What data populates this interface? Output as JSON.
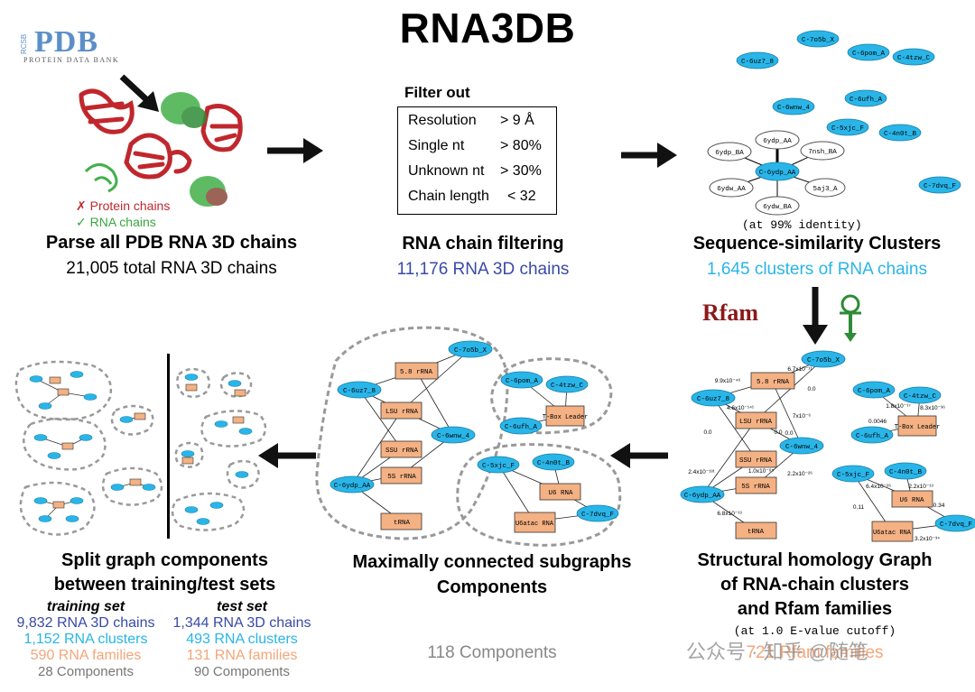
{
  "title": "RNA3DB",
  "pdb_logo": {
    "rcsb": "RCSB",
    "name": "PDB",
    "subtitle": "PROTEIN DATA BANK"
  },
  "stage1": {
    "legend_protein": "✗ Protein chains",
    "legend_rna": "✓ RNA chains",
    "title": "Parse all PDB RNA 3D chains",
    "subtitle": "21,005 total RNA 3D chains"
  },
  "stage2": {
    "filter_title": "Filter out",
    "criteria": [
      {
        "name": "Resolution",
        "value": "> 9 Å"
      },
      {
        "name": "Single nt",
        "value": "> 80%"
      },
      {
        "name": "Unknown nt",
        "value": "> 30%"
      },
      {
        "name": "Chain length",
        "value": "< 32"
      }
    ],
    "title": "RNA chain filtering",
    "subtitle": "11,176 RNA 3D chains"
  },
  "stage3": {
    "nodes_cyan": [
      "C-7o5b_X",
      "C-6uz7_8",
      "C-6pom_A",
      "C-4tzw_C",
      "C-6ufh_A",
      "C-6wnw_4",
      "C-5xjc_F",
      "C-4n0t_B",
      "C-6ydp_AA",
      "C-7dvq_F"
    ],
    "nodes_white": [
      "6ydp_AA",
      "7nsh_BA",
      "6ydp_BA",
      "5aj3_A",
      "6ydw_AA",
      "6ydw_BA"
    ],
    "identity_note": "(at 99% identity)",
    "title": "Sequence-similarity Clusters",
    "subtitle": "1,645 clusters of RNA chains"
  },
  "stage4": {
    "rfam_logo": "Rfam",
    "graph": {
      "nodes_cyan": [
        "C-7o5b_X",
        "C-6uz7_8",
        "C-6wnw_4",
        "C-6ydp_AA",
        "C-6pom_A",
        "C-4tzw_C",
        "C-6ufh_A",
        "C-5xjc_F",
        "C-4n0t_B",
        "C-7dvq_F"
      ],
      "nodes_orange": [
        "5.8 rRNA",
        "LSU rRNA",
        "SSU rRNA",
        "5S rRNA",
        "tRNA",
        "T-Box Leader",
        "U6 RNA",
        "U6atac RNA"
      ],
      "edge_labels": [
        "9.9x10⁻⁴⁶",
        "6.7x10⁻¹¹",
        "0.0",
        "4.6x10⁻¹⁴¹",
        "7x10⁻⁶",
        "0.0",
        "0.0",
        "0.0",
        "1.0x10⁻⁶⁵",
        "2.4x10⁻¹³¹",
        "2.2x10⁻²⁶",
        "6.8x10⁻¹³",
        "1.8x10⁻¹⁷",
        "8.3x10⁻³⁶",
        "0.0046",
        "6.4x10⁻²⁶",
        "2.2x10⁻¹³",
        "0.34",
        "0.11",
        "3.2x10⁻³⁴"
      ]
    },
    "title_lines": [
      "Structural homology Graph",
      "of RNA-chain clusters",
      "and Rfam families"
    ],
    "cutoff": "(at 1.0 E-value cutoff)",
    "stat": "721 Rfam families"
  },
  "stage5": {
    "title_lines": [
      "Maximally connected subgraphs",
      "Components"
    ],
    "stat": "118 Components"
  },
  "stage6": {
    "title_lines": [
      "Split graph components",
      "between training/test sets"
    ],
    "training": {
      "label": "training set",
      "chains": "9,832 RNA 3D chains",
      "clusters": "1,152 RNA clusters",
      "families": "590 RNA families",
      "components": "28 Components"
    },
    "test": {
      "label": "test set",
      "chains": "1,344 RNA 3D chains",
      "clusters": "493 RNA clusters",
      "families": "131 RNA families",
      "components": "90 Components"
    }
  },
  "colors": {
    "cyan_node": "#29b5e8",
    "orange_node": "#f4b183",
    "chain_blue": "#3a4aa6",
    "cluster_cyan": "#29b5e8",
    "family_orange": "#f4a67a",
    "component_gray": "#777777",
    "protein_red": "#c0272d",
    "rna_green": "#3aa541"
  },
  "watermark": "公众号 · 知乎 @随笔"
}
